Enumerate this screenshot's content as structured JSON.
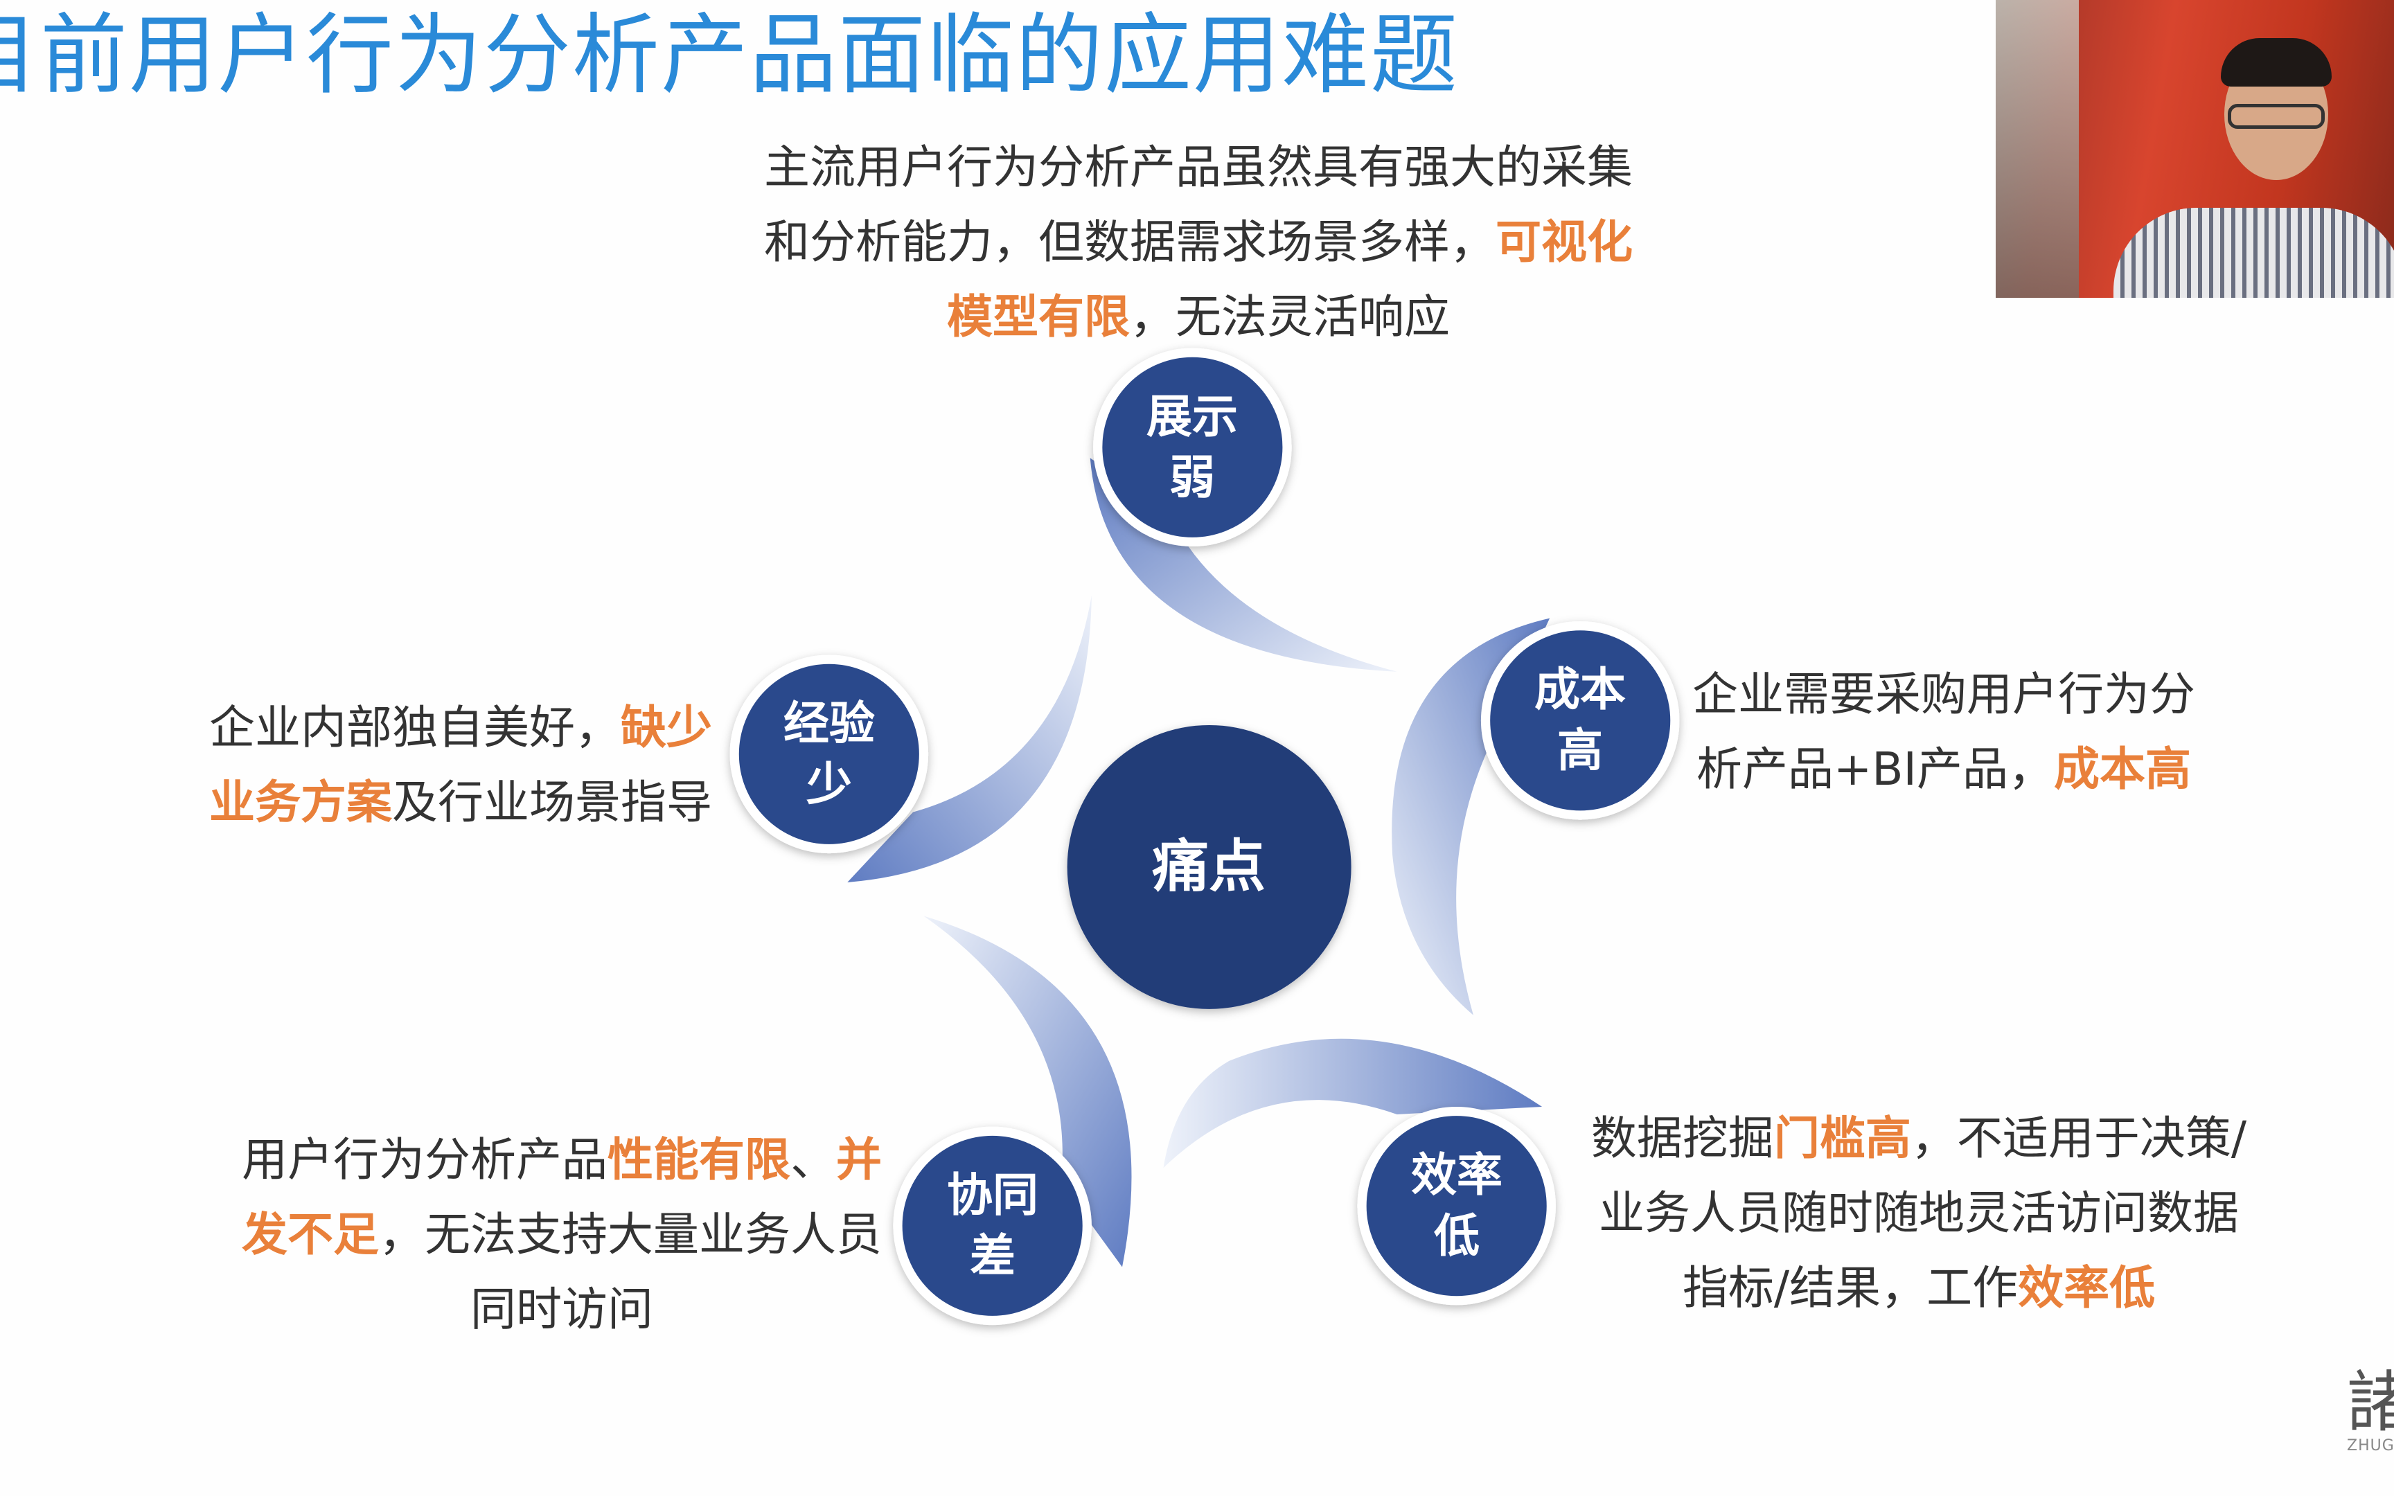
{
  "slide": {
    "title": "目前用户行为分析产品面临的应用难题",
    "center_label": "痛点",
    "colors": {
      "title": "#2a8ad8",
      "highlight": "#e9803a",
      "circle": "#2c4a8c",
      "center": "#223c78",
      "text": "#333333"
    },
    "nodes": [
      {
        "label_1": "展示",
        "label_2": "弱"
      },
      {
        "label_1": "成本",
        "label_2": "高"
      },
      {
        "label_1": "效率",
        "label_2": "低"
      },
      {
        "label_1": "协同",
        "label_2": "差"
      },
      {
        "label_1": "经验",
        "label_2": "少"
      }
    ],
    "texts": {
      "top": {
        "l1": "主流用户行为分析产品虽然具有强大的采集",
        "l2a": "和分析能力，但数据需求场景多样，",
        "l2b": "可视化",
        "l3a": "模型有限",
        "l3b": "，无法灵活响应"
      },
      "right": {
        "l1": "企业需要采购用户行为分",
        "l2a": "析产品+BI产品，",
        "l2b": "成本高"
      },
      "left": {
        "l1a": "企业内部独自美好，",
        "l1b": "缺少",
        "l2a": "业务方案",
        "l2b": "及行业场景指导"
      },
      "bottom_left": {
        "l1a": "用户行为分析产品",
        "l1b": "性能有限",
        "l1c": "、",
        "l1d": "并",
        "l2a": "发不足",
        "l2b": "，无法支持大量业务人员",
        "l3": "同时访问"
      },
      "bottom_right": {
        "l1a": "数据挖掘",
        "l1b": "门槛高",
        "l1c": "，不适用于决策/",
        "l2": "业务人员随时随地灵活访问数据",
        "l3a": "指标/结果，工作",
        "l3b": "效率低"
      }
    },
    "logo": {
      "char": "諸",
      "text": "ZHUGE"
    }
  }
}
